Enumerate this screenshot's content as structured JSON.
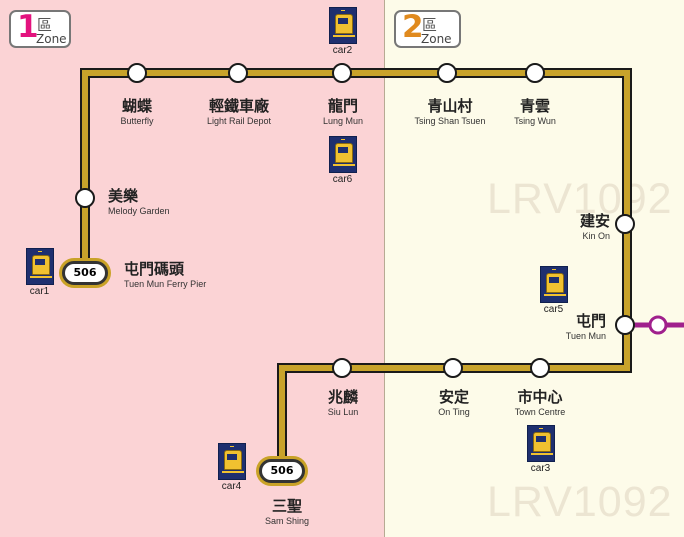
{
  "zones": [
    {
      "number": "1",
      "han": "區",
      "en": "Zone",
      "color": "#e3127e"
    },
    {
      "number": "2",
      "han": "區",
      "en": "Zone",
      "color": "#e08a1e"
    }
  ],
  "watermarks": [
    "LRV1092",
    "LRV1092"
  ],
  "route": {
    "number": "506",
    "line_color": "#c8a32b",
    "branch_color": "#a0208c"
  },
  "stations": {
    "butterfly": {
      "zh": "蝴蝶",
      "en": "Butterfly"
    },
    "depot": {
      "zh": "輕鐵車廠",
      "en": "Light Rail Depot"
    },
    "lung_mun": {
      "zh": "龍門",
      "en": "Lung Mun"
    },
    "tsing_shan_tsuen": {
      "zh": "青山村",
      "en": "Tsing Shan Tsuen"
    },
    "tsing_wun": {
      "zh": "青雲",
      "en": "Tsing Wun"
    },
    "melody_garden": {
      "zh": "美樂",
      "en": "Melody Garden"
    },
    "ferry_pier": {
      "zh": "屯門碼頭",
      "en": "Tuen Mun Ferry Pier"
    },
    "kin_on": {
      "zh": "建安",
      "en": "Kin On"
    },
    "tuen_mun": {
      "zh": "屯門",
      "en": "Tuen Mun"
    },
    "siu_lun": {
      "zh": "兆麟",
      "en": "Siu Lun"
    },
    "on_ting": {
      "zh": "安定",
      "en": "On Ting"
    },
    "town_centre": {
      "zh": "市中心",
      "en": "Town Centre"
    },
    "sam_shing": {
      "zh": "三聖",
      "en": "Sam Shing"
    }
  },
  "cars": [
    "car1",
    "car2",
    "car3",
    "car4",
    "car5",
    "car6"
  ]
}
